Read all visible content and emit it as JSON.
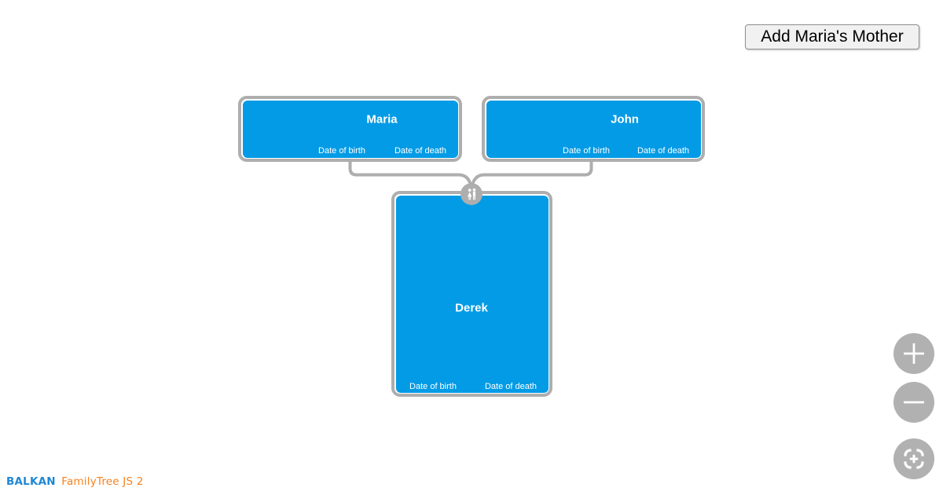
{
  "theme": {
    "node_fill": "#039be5",
    "node_border": "#aeaeae",
    "link_color": "#aeaeae",
    "control_bg": "#b1b1b1",
    "brand_blue": "#1e87d5",
    "brand_orange": "#f5821f"
  },
  "header": {
    "add_mother_button_label": "Add Maria's Mother"
  },
  "tree": {
    "nodes": [
      {
        "id": "maria",
        "name": "Maria",
        "birth_label": "Date of birth",
        "death_label": "Date of death"
      },
      {
        "id": "john",
        "name": "John",
        "birth_label": "Date of birth",
        "death_label": "Date of death"
      },
      {
        "id": "derek",
        "name": "Derek",
        "birth_label": "Date of birth",
        "death_label": "Date of death"
      }
    ],
    "junction_icon": "couple-icon"
  },
  "controls": [
    {
      "id": "zoom-in",
      "icon": "plus-icon"
    },
    {
      "id": "zoom-out",
      "icon": "minus-icon"
    },
    {
      "id": "fit",
      "icon": "fit-screen-icon"
    }
  ],
  "footer": {
    "brand_primary": "BALKAN",
    "brand_secondary": "FamilyTree JS 2"
  }
}
